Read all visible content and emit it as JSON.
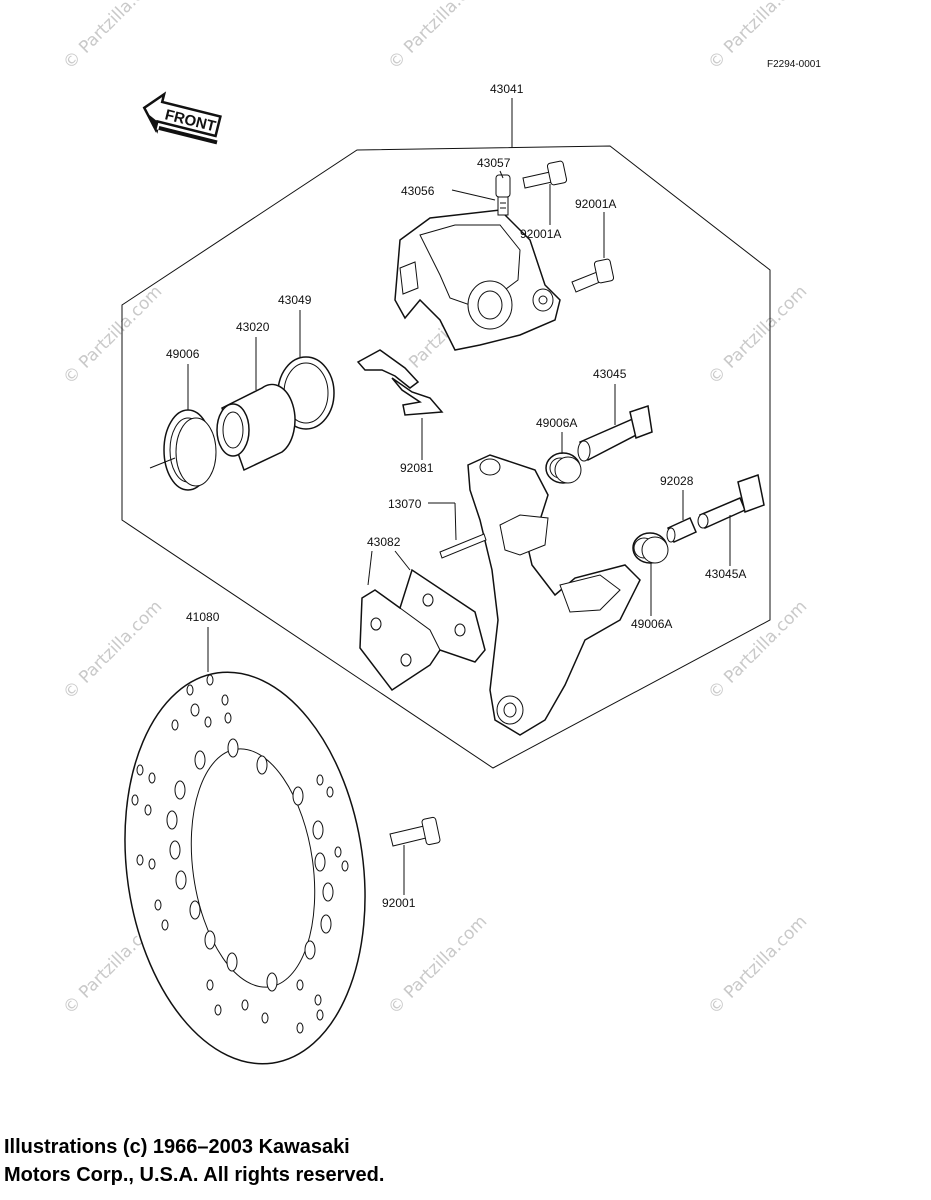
{
  "figure_code": "F2294-0001",
  "front_label": "FRONT",
  "watermark": "© Partzilla.com",
  "labels": {
    "caliper_assy": "43041",
    "bleed_cap": "43057",
    "bleed_valve": "43056",
    "bolt_upper": "92001A",
    "bolt_right": "92001A",
    "piston_seal": "43049",
    "piston": "43020",
    "dust_seal": "49006",
    "pad_spring": "92081",
    "sleeve": "43045",
    "boot_upper": "49006A",
    "pin": "13070",
    "pads": "43082",
    "collar": "92028",
    "sleeve_lower": "43045A",
    "boot_lower": "49006A",
    "disc": "41080",
    "disc_bolt": "92001"
  },
  "copyright": {
    "line1": "Illustrations (c) 1966–2003 Kawasaki",
    "line2": "Motors Corp., U.S.A.  All rights reserved."
  }
}
